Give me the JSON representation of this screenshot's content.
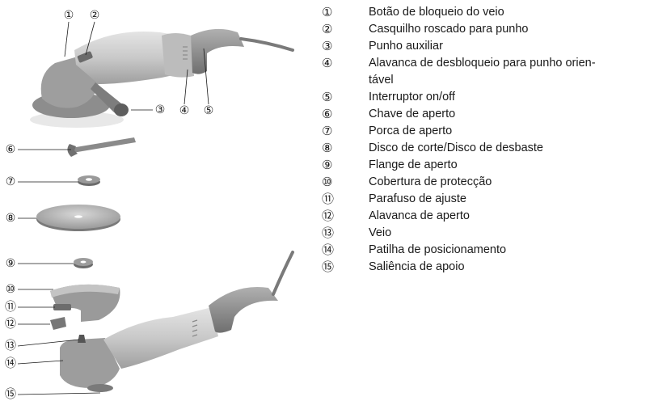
{
  "callouts": [
    "①",
    "②",
    "③",
    "④",
    "⑤",
    "⑥",
    "⑦",
    "⑧",
    "⑨",
    "⑩",
    "⑪",
    "⑫",
    "⑬",
    "⑭",
    "⑮"
  ],
  "legend": [
    {
      "num": "①",
      "lines": [
        "Botão de bloqueio do veio"
      ]
    },
    {
      "num": "②",
      "lines": [
        "Casquilho roscado para punho"
      ]
    },
    {
      "num": "③",
      "lines": [
        "Punho auxiliar"
      ]
    },
    {
      "num": "④",
      "lines": [
        "Alavanca de desbloqueio para punho orien-",
        "tável"
      ]
    },
    {
      "num": "⑤",
      "lines": [
        "Interruptor on/off"
      ]
    },
    {
      "num": "⑥",
      "lines": [
        "Chave de aperto"
      ]
    },
    {
      "num": "⑦",
      "lines": [
        "Porca de aperto"
      ]
    },
    {
      "num": "⑧",
      "lines": [
        "Disco de corte/Disco de desbaste"
      ]
    },
    {
      "num": "⑨",
      "lines": [
        "Flange de aperto"
      ]
    },
    {
      "num": "⑩",
      "lines": [
        "Cobertura de protecção"
      ]
    },
    {
      "num": "⑪",
      "lines": [
        "Parafuso de ajuste"
      ]
    },
    {
      "num": "⑫",
      "lines": [
        "Alavanca de aperto"
      ]
    },
    {
      "num": "⑬",
      "lines": [
        "Veio"
      ]
    },
    {
      "num": "⑭",
      "lines": [
        "Patilha de posicionamento"
      ]
    },
    {
      "num": "⑮",
      "lines": [
        "Saliência de apoio"
      ]
    }
  ]
}
